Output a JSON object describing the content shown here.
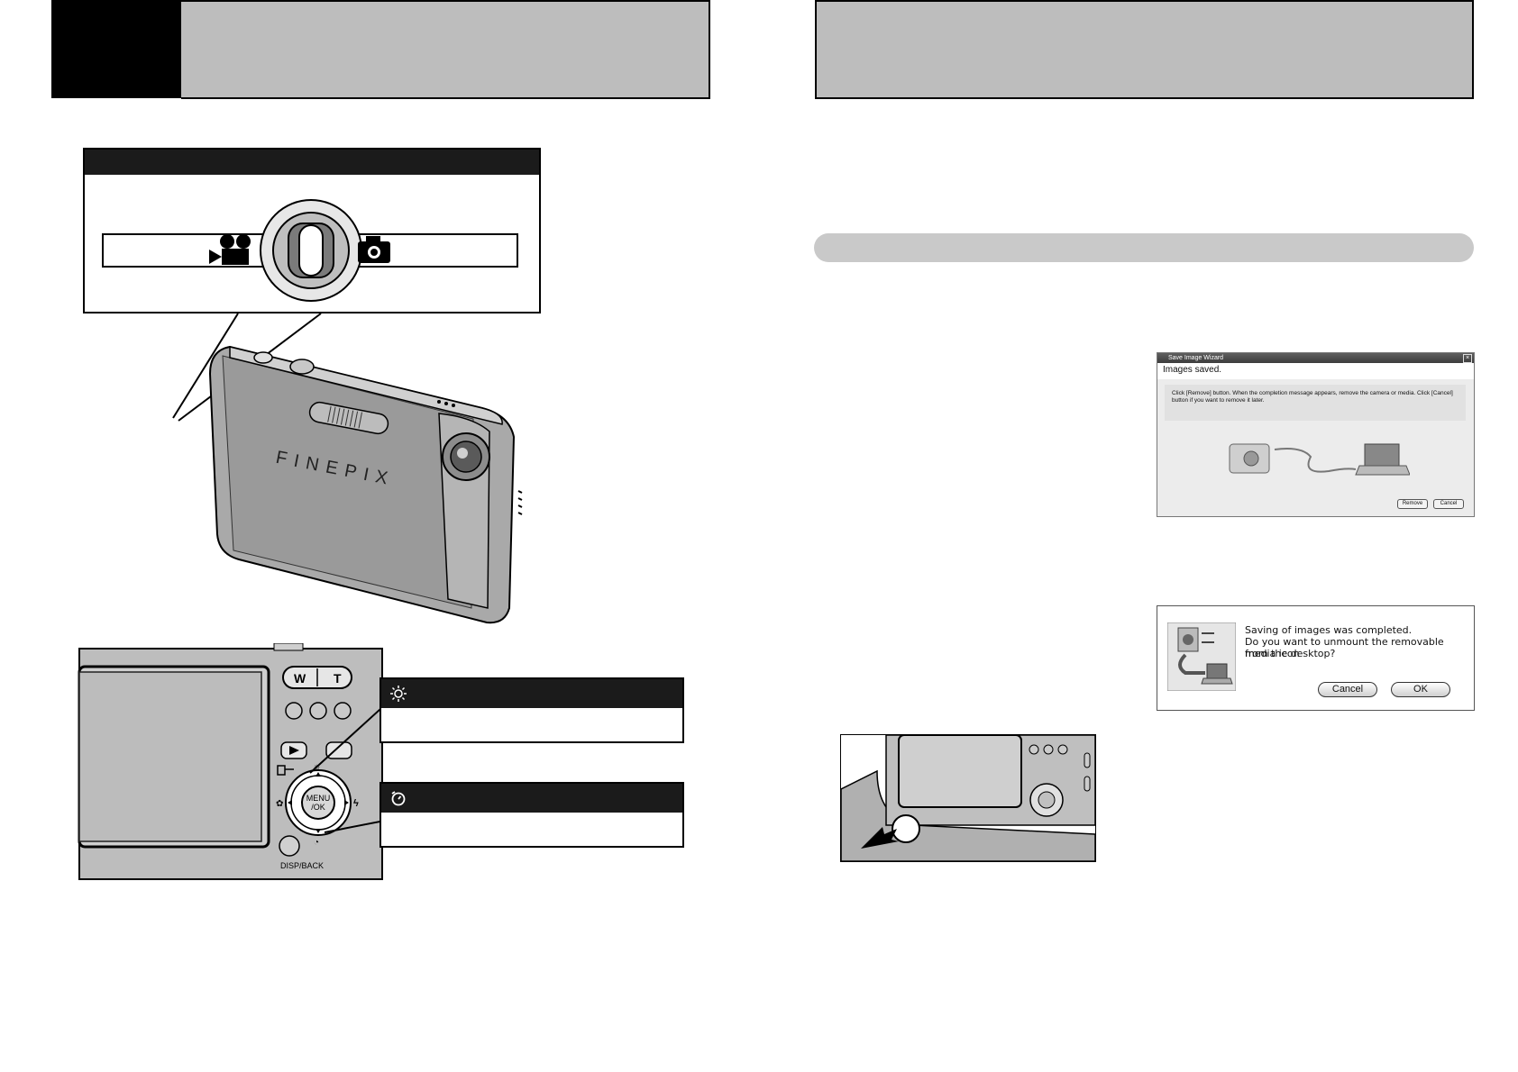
{
  "top_dial_icons": {
    "left_icon": "movie-camera-icon",
    "right_icon": "still-camera-icon"
  },
  "camera": {
    "brand_text": "FINEPIX"
  },
  "back_panel": {
    "zoom_wide": "W",
    "zoom_tele": "T",
    "menu_line1": "MENU",
    "menu_line2": "/OK",
    "disp_label": "DISP/BACK",
    "callout_top_icon": "brightness-icon",
    "callout_bottom_icon": "self-timer-icon"
  },
  "save_wizard": {
    "title": "Save Image Wizard",
    "heading": "Images saved.",
    "message": "Click [Remove] button. When the completion message appears, remove the camera or media. Click [Cancel] button if you want to remove it later.",
    "remove_button": "Remove",
    "cancel_button": "Cancel"
  },
  "mac_dialog": {
    "line1": "Saving of images was completed.",
    "line2": "Do you want to unmount the removable media icon",
    "line3": "from the desktop?",
    "cancel_button": "Cancel",
    "ok_button": "OK"
  }
}
